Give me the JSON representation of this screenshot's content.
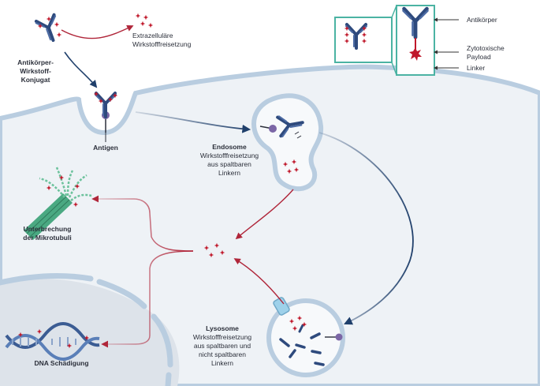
{
  "labels": {
    "adc": [
      "Antikörper-",
      "Wirkstoff-",
      "Konjugat"
    ],
    "extracellular": [
      "Extrazelluläre",
      "Wirkstofffreisetzung"
    ],
    "antigen": "Antigen",
    "endosome_title": "Endosome",
    "endosome_desc": [
      "Wirkstofffreisetzung",
      "aus spaltbaren",
      "Linkern"
    ],
    "microtubule": [
      "Unterbrechung",
      "der Mikrotubuli"
    ],
    "dna": "DNA Schädigung",
    "lysosome_title": "Lysosome",
    "lysosome_desc": [
      "Wirkstofffreisetzung",
      "aus spaltbaren und",
      "nicht spaltbaren",
      "Linkern"
    ]
  },
  "legend": {
    "antibody": "Antikörper",
    "payload": [
      "Zytotoxische",
      "Payload"
    ],
    "linker": "Linker"
  },
  "colors": {
    "antibody": "#2e4a7d",
    "payload": "#c0182b",
    "linker": "#7b66a6",
    "membrane": "#b9cde0",
    "cytoplasm": "#eef2f6",
    "nucleus": "#dde3ea",
    "legend_border": "#4bb3a3",
    "arrow_blue": "#1f3f6b",
    "arrow_red": "#b0263a",
    "microtubule": "#4aa982"
  }
}
